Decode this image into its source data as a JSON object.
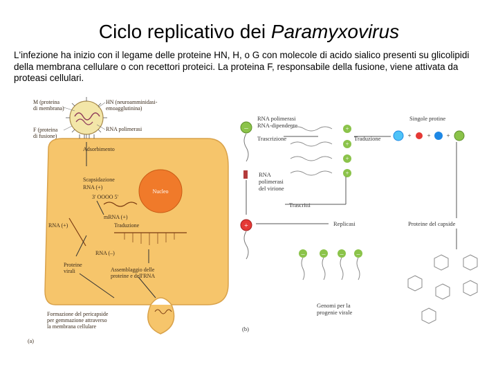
{
  "title": {
    "prefix": "Ciclo replicativo dei ",
    "italic": "Paramyxovirus"
  },
  "intro": "L'infezione ha inizio con il legame delle proteine HN, H, o G con molecole di acido sialico presenti su glicolipidi della membrana cellulare o con recettori proteici. La proteina F, responsabile della fusione, viene attivata da proteasi cellulari.",
  "panel_a": {
    "virion_labels": {
      "m_protein": [
        "M (proteina",
        "di membrana)"
      ],
      "hn": [
        "HN (neuroamminidasi-",
        "emoagglutinina)"
      ],
      "f_protein": [
        "F (proteina",
        "di fusione)"
      ],
      "polymerase": "RNA polimerasi"
    },
    "steps": {
      "adsorption": "Adsorbimento",
      "uncoating": "Scapsidazione",
      "rna_plus": "RNA (+)",
      "rna_plus_seq": "3' OOOO 5'",
      "nucleus": "Nucleo",
      "mrna": "mRNA (+)",
      "translation": "Traduzione",
      "rna_plus_left": "RNA (+)",
      "rna_minus": "RNA (–)",
      "viral_proteins": [
        "Proteine",
        "virali"
      ],
      "assembly": [
        "Assemblaggio delle",
        "proteine e dell'RNA"
      ],
      "budding": [
        "Formazione del pericapside",
        "per gemmazione attraverso",
        "la membrana cellulare"
      ]
    },
    "panel_label": "(a)"
  },
  "panel_b": {
    "rdrp": [
      "RNA polimerasi",
      "RNA-dipendente"
    ],
    "transcription": "Trascrizione",
    "translation": "Traduzione",
    "single_proteins": "Singole protine",
    "virion_rna": [
      "RNA",
      "polimerasi",
      "del virione"
    ],
    "transcripts": "Trascritti",
    "replication": "Replicasi",
    "capsid_proteins": "Proteine del capside",
    "genome": [
      "Genomi per la",
      "progenie virale"
    ],
    "panel_label": "(b)",
    "minus_sign": "–",
    "plus_sign": "+",
    "colors": {
      "green_node": "#8bc34a",
      "red_node": "#e53935",
      "blue_protein": "#1e88e5",
      "cyan_protein": "#4fc3f7",
      "cell": "#f6c56b",
      "nucleus": "#f07a2a"
    }
  }
}
